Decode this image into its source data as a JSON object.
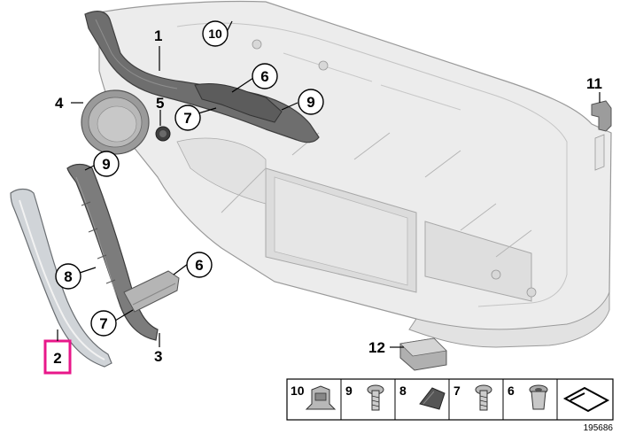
{
  "callouts": {
    "c1": "1",
    "c2": "2",
    "c3": "3",
    "c4": "4",
    "c5": "5",
    "c6a": "6",
    "c6b": "6",
    "c7a": "7",
    "c7b": "7",
    "c8": "8",
    "c9a": "9",
    "c9b": "9",
    "c10": "10",
    "c11": "11",
    "c12": "12"
  },
  "legend": {
    "items": [
      {
        "num": "10",
        "icon": "clip-icon"
      },
      {
        "num": "9",
        "icon": "screw-icon"
      },
      {
        "num": "8",
        "icon": "clip-nut-icon"
      },
      {
        "num": "7",
        "icon": "screw-icon"
      },
      {
        "num": "6",
        "icon": "expanding-rivet-icon"
      },
      {
        "num": "",
        "icon": "symbol-icon"
      }
    ]
  },
  "catalog_number": "195686",
  "highlight_color": "#e8178a"
}
